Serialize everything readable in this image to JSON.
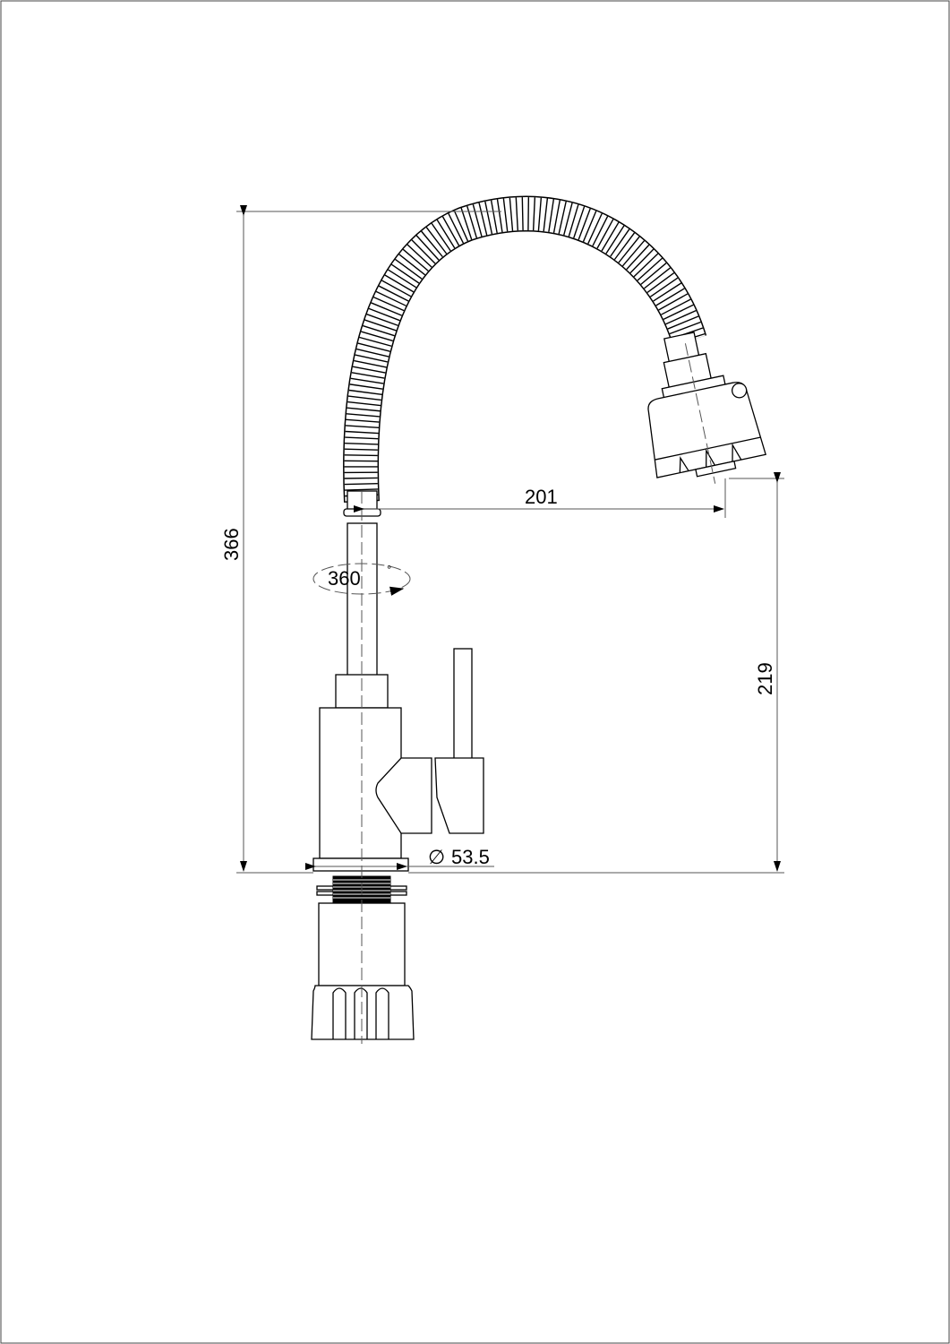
{
  "drawing": {
    "dimensions": {
      "total_height": "366",
      "reach": "201",
      "spout_height": "219",
      "rotation": "360",
      "rotation_unit": "°",
      "base_diameter": "53.5",
      "diameter_symbol": "∅"
    },
    "line_color": "#000000"
  }
}
